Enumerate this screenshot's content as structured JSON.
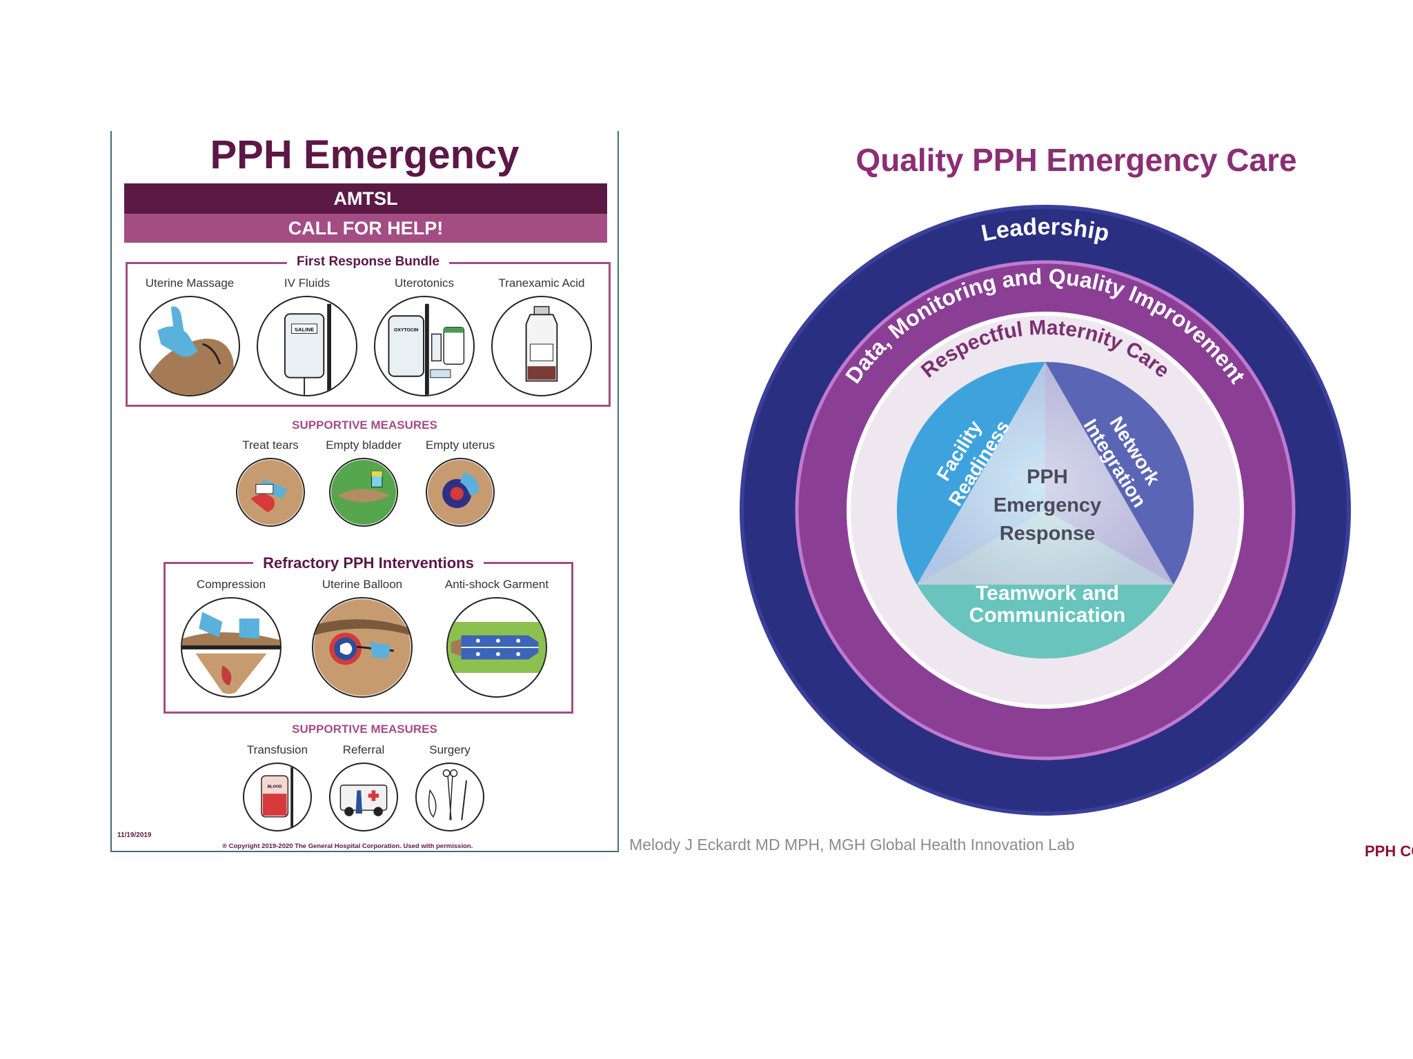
{
  "poster": {
    "title": "PPH Emergency Response",
    "bar_amtsl": "AMTSL",
    "bar_call": "CALL FOR HELP!",
    "first_bundle": {
      "heading": "First Response Bundle",
      "items": [
        "Uterine Massage",
        "IV Fluids",
        "Uterotonics",
        "Tranexamic Acid"
      ]
    },
    "supportive_1": {
      "heading": "SUPPORTIVE MEASURES",
      "items": [
        "Treat tears",
        "Empty bladder",
        "Empty uterus"
      ]
    },
    "refractory": {
      "heading": "Refractory PPH Interventions",
      "items": [
        "Compression",
        "Uterine Balloon",
        "Anti-shock Garment"
      ]
    },
    "supportive_2": {
      "heading": "SUPPORTIVE MEASURES",
      "items": [
        "Transfusion",
        "Referral",
        "Surgery"
      ]
    },
    "icon_text": {
      "saline": "SALINE",
      "oxytocin": "OXYTOCIN",
      "blood": "BLOOD"
    },
    "date": "11/19/2019",
    "copyright": "® Copyright 2019-2020 The General Hospital Corporation. Used with permission."
  },
  "diagram": {
    "title": "Quality PPH Emergency Care",
    "ring_outer": "Leadership",
    "ring_middle": "Data, Monitoring and Quality Improvement",
    "ring_inner": "Respectful Maternity Care",
    "segment_left_line1": "Facility",
    "segment_left_line2": "Readiness",
    "segment_right_line1": "Network",
    "segment_right_line2": "Integration",
    "segment_bottom_line1": "Teamwork and",
    "segment_bottom_line2": "Communication",
    "center_line1": "PPH",
    "center_line2": "Emergency",
    "center_line3": "Response",
    "colors": {
      "outer": "#2b2f82",
      "middle": "#8a3f95",
      "inner": "#efe7ef",
      "left": "#3ea3dd",
      "right": "#5a66b5",
      "bottom": "#68c4bd"
    }
  },
  "footer": {
    "credit": "Melody J Eckardt MD MPH, MGH Global Health Innovation Lab",
    "corner_tag": "PPH CO"
  }
}
